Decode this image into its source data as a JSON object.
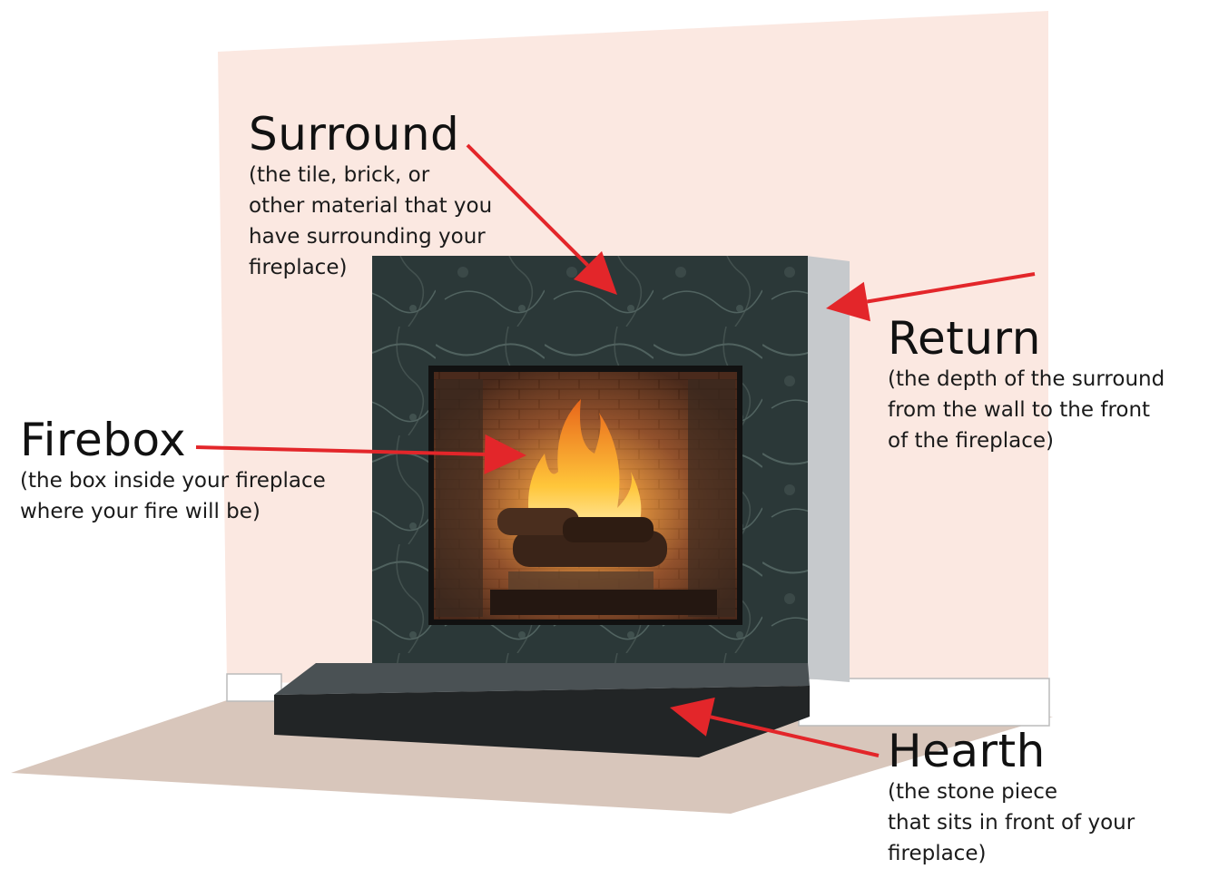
{
  "labels": {
    "surround": {
      "title": "Surround",
      "desc": [
        "(the tile, brick, or",
        "other material that you",
        "have surrounding your",
        "fireplace)"
      ]
    },
    "return": {
      "title": "Return",
      "desc": [
        "(the depth of the surround",
        "from the wall to the front",
        "of the fireplace)"
      ]
    },
    "firebox": {
      "title": "Firebox",
      "desc": [
        "(the box inside your fireplace",
        "where your fire will be)"
      ]
    },
    "hearth": {
      "title": "Hearth",
      "desc": [
        "(the stone piece",
        "that sits in front of your",
        "fireplace)"
      ]
    }
  },
  "colors": {
    "wall": "#fbe8e1",
    "floor": "#d8c6bb",
    "marble": "#2c3a3a",
    "return_side": "#c6c9cc",
    "hearth_top": "#4a5154",
    "hearth_front": "#222526",
    "arrow": "#e3262a"
  }
}
